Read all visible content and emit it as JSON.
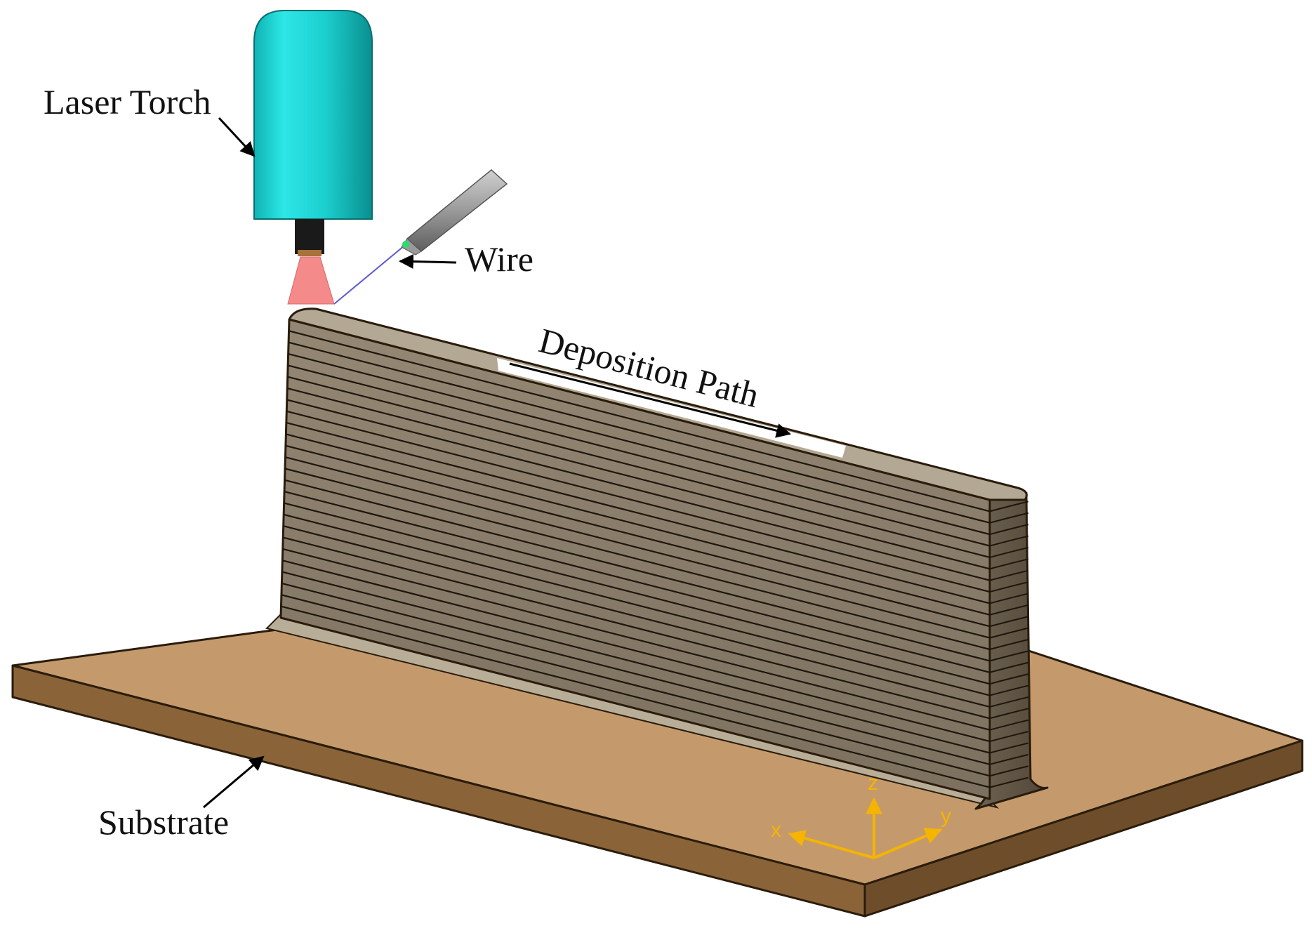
{
  "labels": {
    "laser_torch": "Laser Torch",
    "wire": "Wire",
    "deposition_path": "Deposition Path",
    "substrate": "Substrate"
  },
  "axes": {
    "x": "x",
    "y": "y",
    "z": "z"
  },
  "colors": {
    "torch_body": "#1ed0d0",
    "torch_nozzle": "#1a1a1a",
    "laser_beam": "#f48a8a",
    "wire_feeder": "#8c8c8c",
    "wall_face": "#8a7c6a",
    "wall_top": "#b3a893",
    "substrate_top": "#c49a6c",
    "substrate_side": "#8a6438",
    "axis": "#f5b400"
  },
  "wall": {
    "layer_count": 26
  }
}
